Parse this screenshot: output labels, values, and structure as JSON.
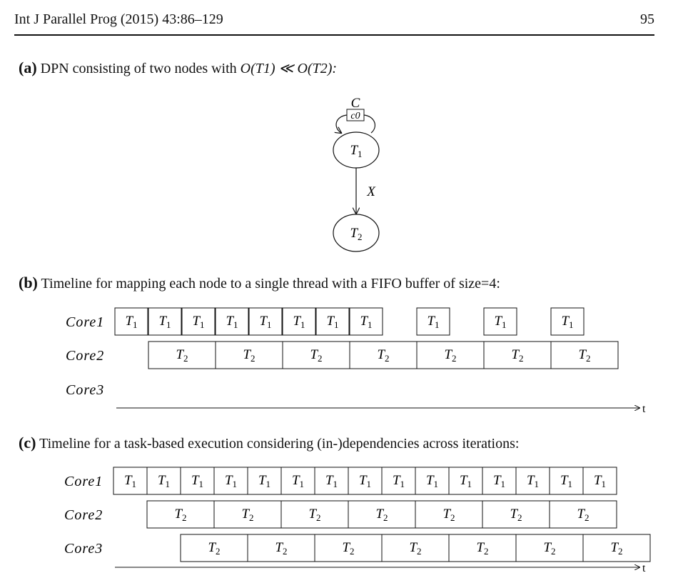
{
  "header": {
    "journal": "Int J Parallel Prog (2015) 43:86–129",
    "page_number": "95"
  },
  "section_a": {
    "label": "(a)",
    "caption_text": "DPN consisting of two nodes with",
    "caption_math": "O(T1) ≪ O(T2):",
    "graph": {
      "channel_c_label": "C",
      "channel_c_token": "c0",
      "node_t1": "T1",
      "node_t2": "T2",
      "edge_label": "X"
    }
  },
  "section_b": {
    "label": "(b)",
    "caption_text": "Timeline for mapping each node to a single thread with a FIFO buffer of size=4:",
    "rows": [
      "Core1",
      "Core2",
      "Core3"
    ],
    "axis_label": "t",
    "core1_tasks": [
      "T1",
      "T1",
      "T1",
      "T1",
      "T1",
      "T1",
      "T1",
      "T1",
      "T1",
      "T1",
      "T1"
    ],
    "core2_tasks": [
      "T2",
      "T2",
      "T2",
      "T2",
      "T2",
      "T2",
      "T2"
    ]
  },
  "section_c": {
    "label": "(c)",
    "caption_text": "Timeline for a task-based execution considering (in-)dependencies across iterations:",
    "rows": [
      "Core1",
      "Core2",
      "Core3"
    ],
    "axis_label": "t",
    "core1_tasks": [
      "T1",
      "T1",
      "T1",
      "T1",
      "T1",
      "T1",
      "T1",
      "T1",
      "T1",
      "T1",
      "T1",
      "T1",
      "T1",
      "T1",
      "T1"
    ],
    "core2_tasks": [
      "T2",
      "T2",
      "T2",
      "T2",
      "T2",
      "T2",
      "T2"
    ],
    "core3_tasks": [
      "T2",
      "T2",
      "T2",
      "T2",
      "T2",
      "T2",
      "T2"
    ]
  }
}
